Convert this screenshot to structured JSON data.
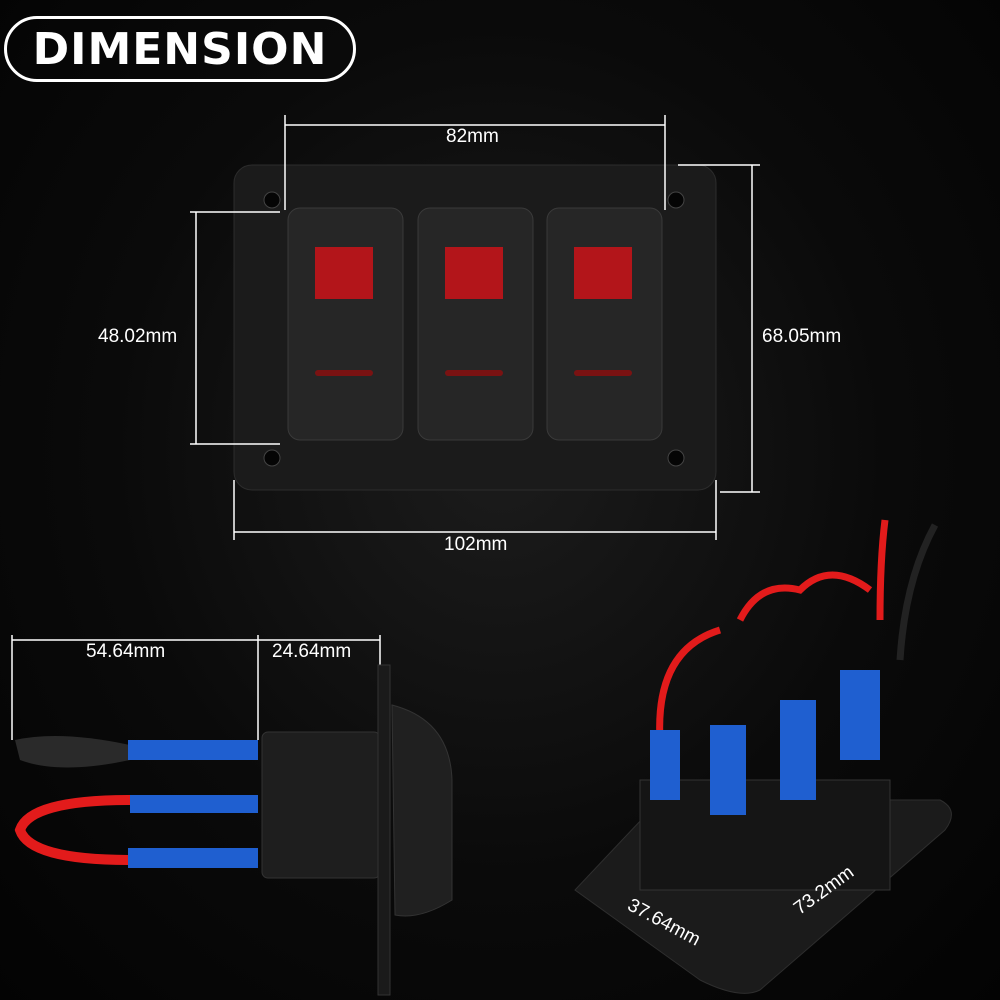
{
  "title": "DIMENSION",
  "dimensions": {
    "front_inner_width": "82mm",
    "front_inner_height": "48.02mm",
    "front_outer_height": "68.05mm",
    "front_outer_width": "102mm",
    "side_wire_length": "54.64mm",
    "side_depth": "24.64mm",
    "back_width": "37.64mm",
    "back_length": "73.2mm"
  },
  "colors": {
    "background": "#050505",
    "switch_light": "#c0181c",
    "connector": "#1f5fd0",
    "wire_red": "#e21b1b"
  }
}
